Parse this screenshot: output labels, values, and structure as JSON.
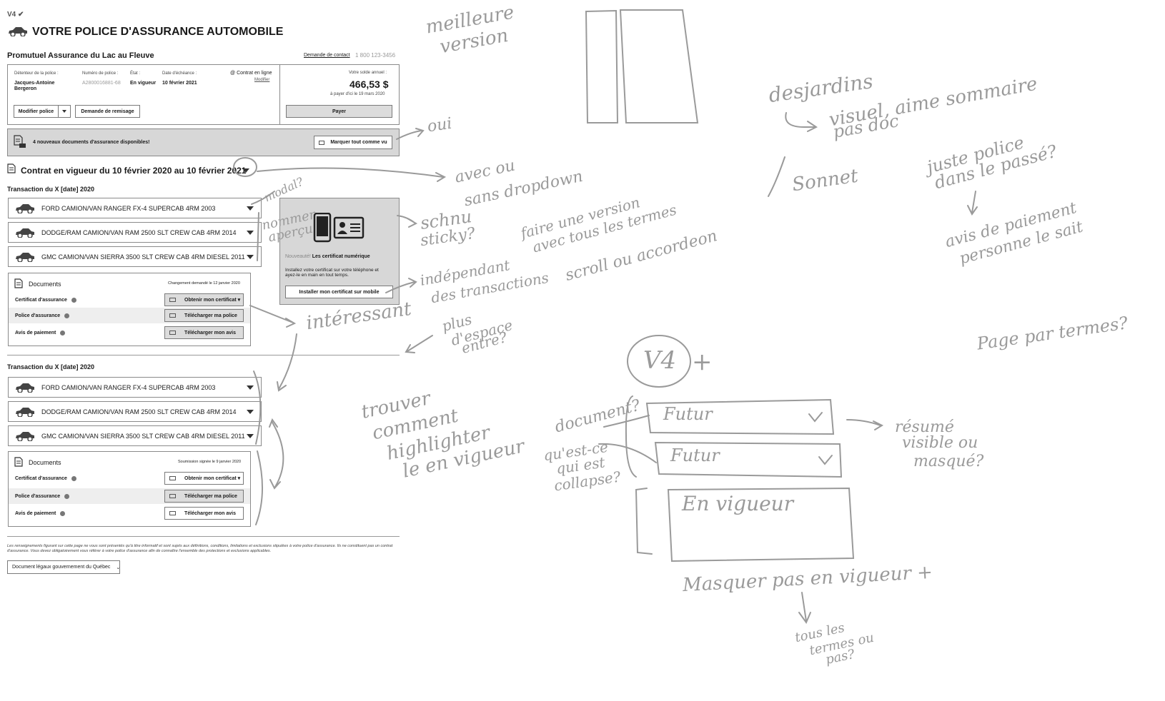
{
  "header": {
    "version": "V4",
    "title": "VOTRE POLICE D'ASSURANCE AUTOMOBILE",
    "insurer": "Promutuel Assurance du Lac au Fleuve",
    "contact_link": "Demande de contact",
    "phone": "1 800 123-3456"
  },
  "policy": {
    "holder_label": "Détenteur de la police :",
    "holder_value": "Jacques-Antoine Bergeron",
    "number_label": "Numéro de police :",
    "number_value": "A2800016881-68",
    "state_label": "État :",
    "state_value": "En vigueur",
    "due_label": "Date d'échéance :",
    "due_value": "10 février 2021",
    "online_label": "Contrat en ligne",
    "online_modify": "Modifier",
    "modify_button": "Modifier police",
    "reinstate_button": "Demande de remisage",
    "balance_label": "Votre solde annuel :",
    "balance_value": "466,53 $",
    "pay_by": "à payer d'ici le 19 mars 2020",
    "pay_button": "Payer"
  },
  "banner": {
    "text": "4 nouveaux documents d'assurance disponibles!",
    "button": "Marquer tout comme vu"
  },
  "contract": {
    "title": "Contrat en vigueur du 10 février 2020 au 10 février 2021"
  },
  "transactions": [
    {
      "title": "Transaction du X [date] 2020",
      "vehicles": [
        "FORD CAMION/VAN RANGER FX-4 SUPERCAB 4RM 2003",
        "DODGE/RAM CAMION/VAN RAM 2500 SLT CREW CAB 4RM 2014",
        "GMC CAMION/VAN SIERRA 3500 SLT CREW CAB 4RM DIESEL 2011"
      ],
      "docs_title": "Documents",
      "docs_note": "Changement demandé le 12 janvier 2020",
      "docs": [
        {
          "label": "Certificat d'assurance",
          "button": "Obtenir mon certificat ▾"
        },
        {
          "label": "Police d'assurance",
          "button": "Télécharger ma police"
        },
        {
          "label": "Avis de paiement",
          "button": "Télécharger mon avis"
        }
      ]
    },
    {
      "title": "Transaction du X [date] 2020",
      "vehicles": [
        "FORD CAMION/VAN RANGER FX-4 SUPERCAB 4RM 2003",
        "DODGE/RAM CAMION/VAN RAM 2500 SLT CREW CAB 4RM 2014",
        "GMC CAMION/VAN SIERRA 3500 SLT CREW CAB 4RM DIESEL 2011"
      ],
      "docs_title": "Documents",
      "docs_note": "Soumission signée le 9 janvier 2020",
      "docs": [
        {
          "label": "Certificat d'assurance",
          "button": "Obtenir mon certificat ▾"
        },
        {
          "label": "Police d'assurance",
          "button": "Télécharger ma police"
        },
        {
          "label": "Avis de paiement",
          "button": "Télécharger mon avis"
        }
      ]
    }
  ],
  "promo": {
    "badge": "Nouveauté!",
    "title": "Les certificat numérique",
    "text": "Installez votre certificat sur votre téléphone et ayez-le en main en tout temps.",
    "button": "Installer mon certificat sur mobile"
  },
  "footer": {
    "disclaimer": "Les renseignements figurant sur cette page ne vous sont présentés qu'à titre informatif et sont sujets aux définitions, conditions, limitations et exclusions stipulées à votre police d'assurance. Ils ne constituent pas un contrat d'assurance. Vous devez obligatoirement vous référer à votre police d'assurance afin de connaître l'ensemble des protections et exclusions applicables.",
    "select": "Document légaux gouvernement du Québec"
  },
  "notes": {
    "meilleure": "meilleure",
    "version": "version",
    "oui": "oui",
    "avec_ou": "avec ou",
    "sans_dropdown": "sans dropdown",
    "modal": "modal?",
    "nommer": "nommer",
    "apercu": "aperçu",
    "schnu": "schnu",
    "sticky": "sticky?",
    "independant": "indépendant",
    "des_transactions": "des transactions",
    "interessant": "intéressant",
    "plus": "plus",
    "despace": "d'espace",
    "entre": "entre?",
    "faire": "faire une version",
    "avec_tous": "avec tous les termes",
    "scroll": "scroll ou accordeon",
    "desjardins": "desjardins",
    "visuel": "visuel, aime sommaire",
    "pas_doc": "pas doc",
    "sonnet": "Sonnet",
    "juste": "juste police",
    "dans": "dans le passé?",
    "avis": "avis de paiement",
    "personne": "personne le sait",
    "page_par": "Page par termes?",
    "v4": "V4",
    "plus_sign": "+",
    "trouver": "trouver",
    "comment": "comment",
    "highlighter": "highlighter",
    "le_en": "le en vigueur",
    "document": "document?",
    "quest": "qu'est-ce",
    "qui_est": "qui est",
    "collapse": "collapse?",
    "futur1": "Futur",
    "futur2": "Futur",
    "en_vigueur": "En vigueur",
    "resume": "résumé",
    "visible_ou": "visible ou",
    "masque": "masqué?",
    "masquer": "Masquer pas en vigueur +",
    "tous": "tous les",
    "termes": "termes ou",
    "pas": "pas?"
  }
}
